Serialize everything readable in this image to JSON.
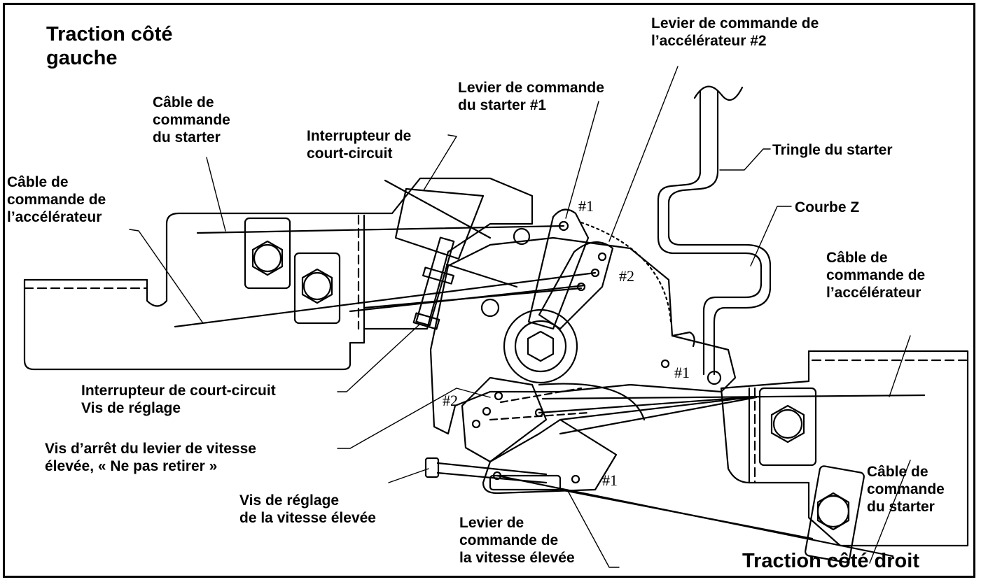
{
  "titles": {
    "left": "Traction côté\ngauche",
    "right": "Traction côté droit"
  },
  "labels": {
    "cable_starter_left": "Câble de\ncommande\ndu starter",
    "cable_accel_left": "Câble de\ncommande de\nl’accélérateur",
    "kill_switch_top": "Interrupteur de\ncourt-circuit",
    "choke_lever_1": "Levier de commande\ndu starter #1",
    "throttle_lever_2": "Levier de commande de\nl’accélérateur #2",
    "choke_rod": "Tringle du starter",
    "z_bend": "Courbe Z",
    "cable_accel_right": "Câble de\ncommande de\nl’accélérateur",
    "kill_switch_screw": "Interrupteur de court-circuit\nVis de réglage",
    "high_speed_stop_screw": "Vis d’arrêt du levier de vitesse\nélevée, « Ne pas retirer »",
    "high_speed_adjust_screw": "Vis de réglage\nde la vitesse élevée",
    "high_speed_lever": "Levier de\ncommande de\nla vitesse élevée",
    "cable_starter_right": "Câble de\ncommande\ndu starter"
  },
  "part_marks": {
    "upper_1": "#1",
    "upper_2": "#2",
    "right_1": "#1",
    "lower_2": "#2",
    "lower_1": "#1"
  }
}
